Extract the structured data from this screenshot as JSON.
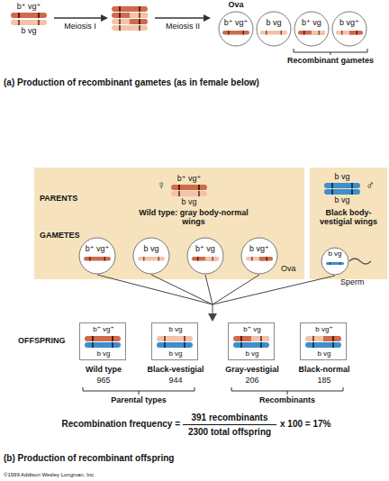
{
  "diagram": {
    "nodes": [
      {
        "text": [
          "b⁺ vg⁺"
        ]
      },
      {
        "text": [
          "b vg"
        ]
      },
      {
        "text": [
          "b⁺ vg"
        ]
      },
      {
        "text": [
          "b vg⁺"
        ]
      },
      {
        "text": [
          "PARENTS",
          "♀",
          "b⁺ vg⁺",
          "b vg",
          "Wild type: gray body-normal wings",
          "GAMETES"
        ]
      },
      {
        "text": [
          "b⁺ vg⁺"
        ],
        "in": 4
      },
      {
        "text": [
          "b vg"
        ],
        "in": 4
      },
      {
        "text": [
          "b⁺ vg"
        ],
        "in": 4
      },
      {
        "text": [
          "b vg⁺"
        ],
        "in": 4
      },
      {
        "text": [
          "b vg",
          "♂",
          "b vg",
          "Black body- vestigial wings"
        ]
      },
      {
        "text": [
          "b vg",
          "Sperm"
        ],
        "in": 9
      },
      {
        "text": [
          "b⁺ vg⁺",
          "b vg",
          "Wild type",
          "965"
        ]
      },
      {
        "text": [
          "b vg",
          "b vg",
          "Black-vestigial",
          "944"
        ]
      },
      {
        "text": [
          "b⁺ vg",
          "b vg",
          "Gray-vestigial",
          "206"
        ]
      },
      {
        "text": [
          "b vg⁺",
          "b vg",
          "Black-normal",
          "185"
        ]
      }
    ],
    "labels": [
      "b⁺ vg⁺",
      "b vg",
      "Meiosis I",
      "Meiosis II",
      "Ova",
      "Recombinant gametes",
      "(a) Production of recombinant gametes (as in female below)",
      "Ova",
      "OFFSPRING",
      "Parental types",
      "Recombinants",
      "Recombination frequency =",
      "391 recombinants",
      "2300 total offspring",
      "x 100 = 17%",
      "(b) Production of recombinant offspring",
      "©1999 Addison Wesley Longman, Inc."
    ]
  }
}
